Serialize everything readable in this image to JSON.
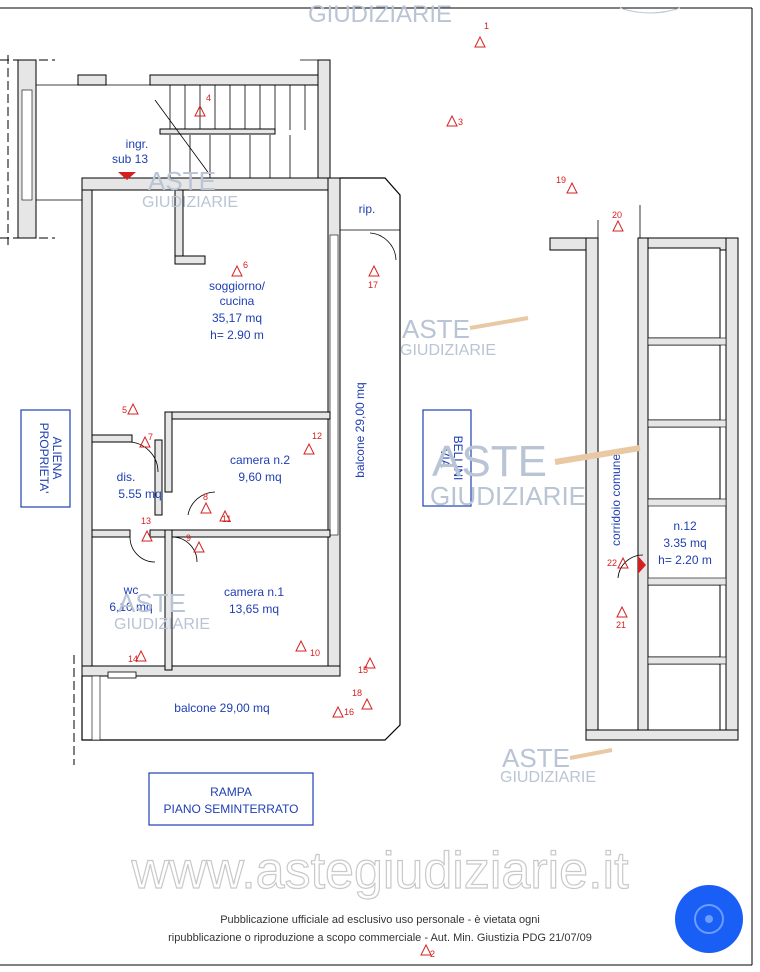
{
  "header_watermark": "GIUDIZIARIE",
  "entrance": {
    "label_line1": "ingr.",
    "label_line2": "sub 13"
  },
  "rooms": {
    "rip": "rip.",
    "soggiorno": {
      "line1": "soggiorno/",
      "line2": "cucina",
      "line3": "35,17 mq",
      "line4": "h= 2.90 m"
    },
    "camera2": {
      "line1": "camera n.2",
      "line2": "9,60 mq"
    },
    "dis": {
      "line1": "dis.",
      "line2": "5.55 mq"
    },
    "wc": {
      "line1": "wc",
      "line2": "6,10 mq"
    },
    "camera1": {
      "line1": "camera n.1",
      "line2": "13,65 mq"
    },
    "balcone_vert": "balcone 29,00 mq",
    "balcone_bottom": "balcone 29,00 mq",
    "corridoio": "corridoio comune",
    "n12": {
      "line1": "n.12",
      "line2": "3.35 mq",
      "line3": "h= 2.20 m"
    }
  },
  "boxes": {
    "proprieta": {
      "line1": "PROPRIETA'",
      "line2": "ALIENA"
    },
    "via": {
      "line1": "VIA",
      "line2": "BELLINI"
    },
    "rampa": {
      "line1": "RAMPA",
      "line2": "PIANO SEMINTERRATO"
    }
  },
  "markers": [
    "1",
    "2",
    "3",
    "4",
    "5",
    "6",
    "7",
    "8",
    "9",
    "10",
    "11",
    "12",
    "13",
    "14",
    "15",
    "16",
    "17",
    "18",
    "19",
    "20",
    "21",
    "22"
  ],
  "watermarks": {
    "aste": "ASTE",
    "giudiziarie": "GIUDIZIARIE"
  },
  "site_url": "www.astegiudiziarie.it",
  "footer": {
    "line1": "Pubblicazione ufficiale ad esclusivo uso personale - è vietata ogni",
    "line2": "ripubblicazione o riproduzione a scopo commerciale - Aut. Min. Giustizia PDG 21/07/09"
  },
  "colors": {
    "label": "#1f3fb3",
    "marker": "#d62020",
    "seal": "#1a5ff5",
    "wall": "#e6e6e6"
  }
}
